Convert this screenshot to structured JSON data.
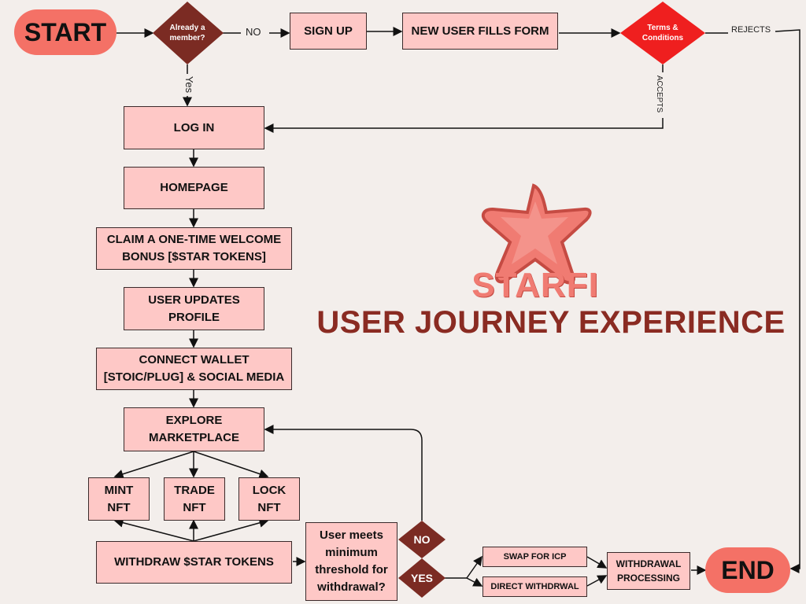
{
  "start": "START",
  "end": "END",
  "decision_member": "Already a member?",
  "label_no": "NO",
  "label_yes": "Yes",
  "sign_up": "SIGN UP",
  "new_user_form": "NEW USER FILLS FORM",
  "terms": "Terms & Conditions",
  "label_rejects": "REJECTS",
  "label_accepts": "ACCEPTS",
  "log_in": "LOG IN",
  "homepage": "HOMEPAGE",
  "claim_bonus": "CLAIM A ONE-TIME WELCOME BONUS [$STAR TOKENS]",
  "update_profile": "USER UPDATES PROFILE",
  "connect_wallet": "CONNECT WALLET [STOIC/PLUG] & SOCIAL MEDIA",
  "explore": "EXPLORE MARKETPLACE",
  "mint": "MINT NFT",
  "trade": "TRADE NFT",
  "lock": "LOCK NFT",
  "withdraw": "WITHDRAW $STAR TOKENS",
  "threshold": "User meets minimum threshold for withdrawal?",
  "no_badge": "NO",
  "yes_badge": "YES",
  "swap_icp": "SWAP FOR ICP",
  "direct_withdraw": "DIRECT WITHDRWAL",
  "withdrawal_processing": "WITHDRAWAL PROCESSING",
  "brand": "STARFI",
  "headline": "USER JOURNEY EXPERIENCE",
  "logo_icon": "star-logo",
  "colors": {
    "background": "#f3eeeb",
    "box": "#fec8c6",
    "pill": "#f47166",
    "dark_diamond": "#7b2b23",
    "red_diamond": "#ef1f1f",
    "headline": "#8a2b22",
    "brand": "#f07b72"
  }
}
